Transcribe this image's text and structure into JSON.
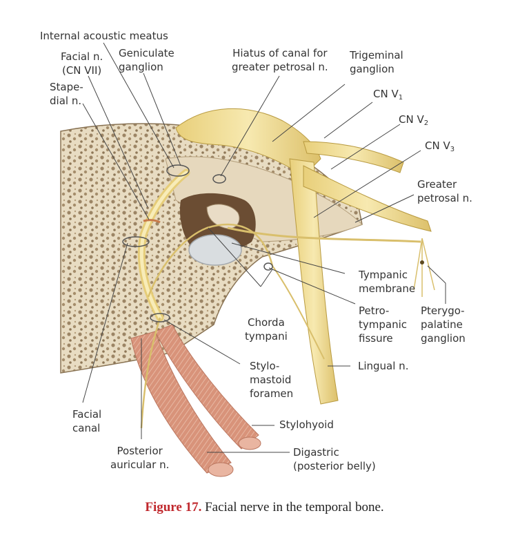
{
  "labels": {
    "internal_acoustic_meatus": "Internal acoustic meatus",
    "facial_n": "Facial n.\n(CN VII)",
    "geniculate_ganglion": "Geniculate\nganglion",
    "stapedial_n": "Stape-\ndial n.",
    "hiatus": "Hiatus of canal for\ngreater petrosal n.",
    "trigeminal_ganglion": "Trigeminal\nganglion",
    "cn_v1": {
      "main": "CN V",
      "sub": "1"
    },
    "cn_v2": {
      "main": "CN V",
      "sub": "2"
    },
    "cn_v3": {
      "main": "CN V",
      "sub": "3"
    },
    "greater_petrosal_n": "Greater\npetrosal n.",
    "tympanic_membrane": "Tympanic\nmembrane",
    "petrotympanic_fissure": "Petro-\ntympanic\nfissure",
    "pterygopalatine_ganglion": "Pterygo-\npalatine\nganglion",
    "chorda_tympani": "Chorda\ntympani",
    "lingual_n": "Lingual n.",
    "stylomastoid_foramen": "Stylo-\nmastoid\nforamen",
    "facial_canal": "Facial\ncanal",
    "stylohyoid": "Stylohyoid",
    "posterior_auricular_n": "Posterior\nauricular n.",
    "digastric": "Digastric\n(posterior belly)"
  },
  "caption": {
    "number": "Figure 17.",
    "text": " Facial nerve in the temporal bone."
  },
  "colors": {
    "bone": "#e9dcc4",
    "bone_dark": "#c9b48f",
    "nerve": "#f2dc8c",
    "nerve_stroke": "#b89a40",
    "muscle": "#d99a82",
    "caption_number": "#c0282d"
  }
}
